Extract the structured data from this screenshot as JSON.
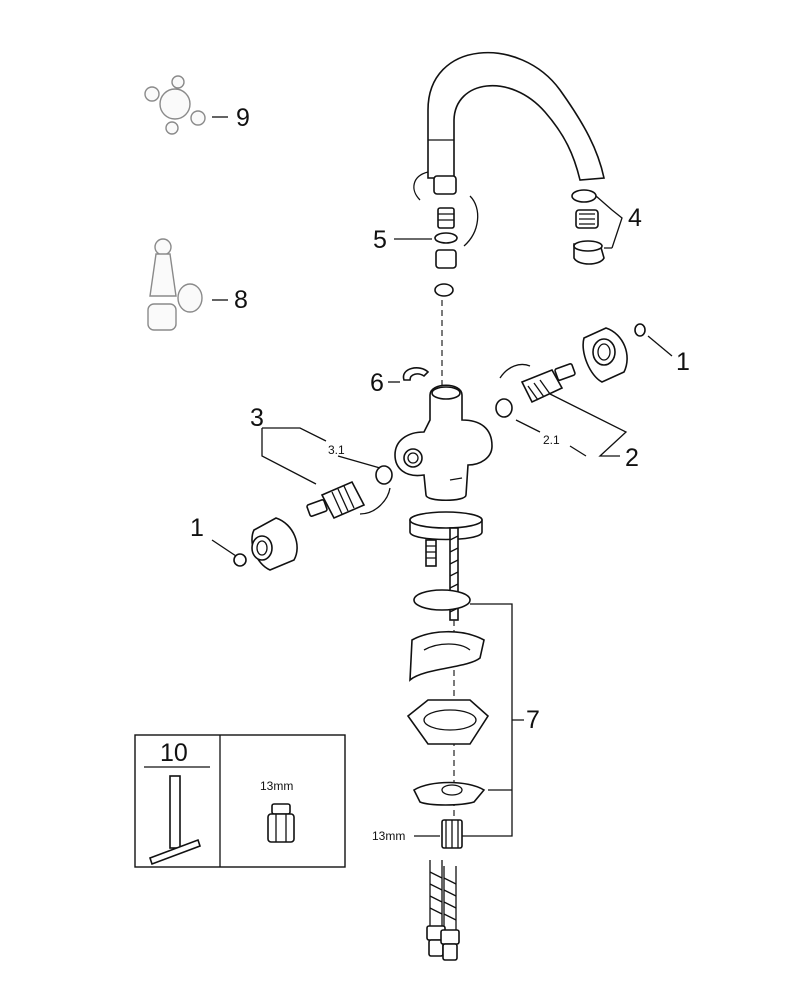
{
  "labels": {
    "l1_left": "1",
    "l1_right": "1",
    "l2": "2",
    "l2_1": "2.1",
    "l3": "3",
    "l3_1": "3.1",
    "l4": "4",
    "l5": "5",
    "l6": "6",
    "l7": "7",
    "l8": "8",
    "l9": "9",
    "l10": "10"
  },
  "wrench_size_box": "13mm",
  "wrench_size_hose": "13mm",
  "icons": [
    "cross-handle-icon",
    "lever-handle-icon",
    "hex-key-tool-icon",
    "hex-nut-icon"
  ]
}
